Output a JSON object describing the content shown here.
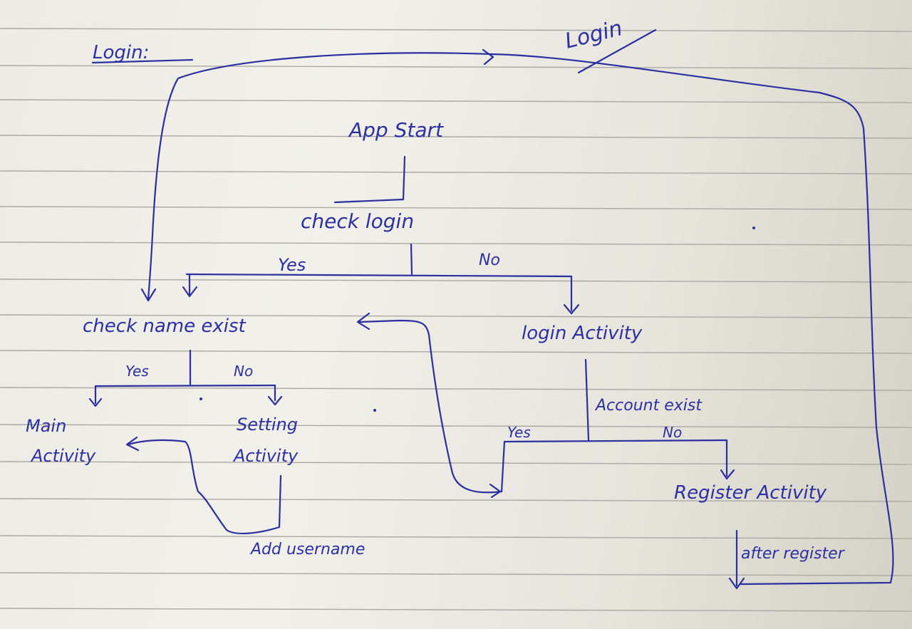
{
  "diagram": {
    "corner_heading": "Login:",
    "top_title": "Login",
    "nodes": {
      "app_start": "App Start",
      "check_login": "check login",
      "check_name_exist": "check name exist",
      "login_activity": "login Activity",
      "main_activity_line1": "Main",
      "main_activity_line2": "Activity",
      "setting_activity_line1": "Setting",
      "setting_activity_line2": "Activity",
      "register_activity": "Register Activity"
    },
    "edge_labels": {
      "login_yes": "Yes",
      "login_no": "No",
      "name_yes": "Yes",
      "name_no": "No",
      "account_exist": "Account exist",
      "account_yes": "Yes",
      "account_no": "No",
      "add_username": "Add username",
      "after_register": "after register"
    }
  },
  "colors": {
    "ink": "#2b2fa0",
    "paper": "#eeede6",
    "rule": "#a9a8a6"
  }
}
